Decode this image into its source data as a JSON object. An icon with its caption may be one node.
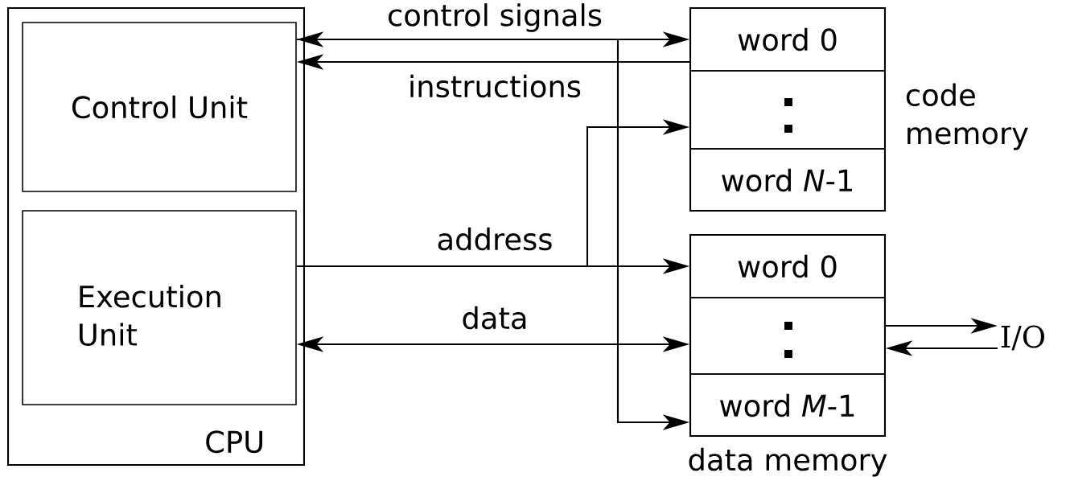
{
  "diagram": {
    "nodes": [
      {
        "text": [
          "CPU"
        ]
      },
      {
        "text": [
          "Control Unit"
        ],
        "in": 0
      },
      {
        "text": [
          "Execution Unit"
        ],
        "in": 0
      },
      {
        "text": [
          "code memory"
        ]
      },
      {
        "text": [
          "word 0"
        ],
        "in": 3
      },
      {
        "text": [],
        "shape": "box",
        "in": 3
      },
      {
        "text": [
          "word *N*-1"
        ],
        "in": 3
      },
      {
        "text": [
          "data memory"
        ]
      },
      {
        "text": [
          "word 0"
        ],
        "in": 7
      },
      {
        "text": [],
        "shape": "box",
        "in": 7
      },
      {
        "text": [
          "word *M*-1"
        ],
        "in": 7
      },
      {
        "text": [
          "I/O"
        ]
      }
    ],
    "edges": [
      {
        "from": 1,
        "to": 4,
        "arrow": "both",
        "label": "control signals"
      },
      {
        "from": 1,
        "to": 10,
        "arrow": "to"
      },
      {
        "from": 4,
        "to": 1,
        "arrow": "to",
        "label": "instructions"
      },
      {
        "from": 2,
        "to": 8,
        "arrow": "to",
        "label": "address"
      },
      {
        "from": 2,
        "to": 5,
        "arrow": "to"
      },
      {
        "from": 2,
        "to": 9,
        "arrow": "both",
        "label": "data"
      },
      {
        "from": 9,
        "to": 11,
        "arrow": "to"
      },
      {
        "from": 11,
        "to": 9,
        "arrow": "to"
      }
    ]
  }
}
